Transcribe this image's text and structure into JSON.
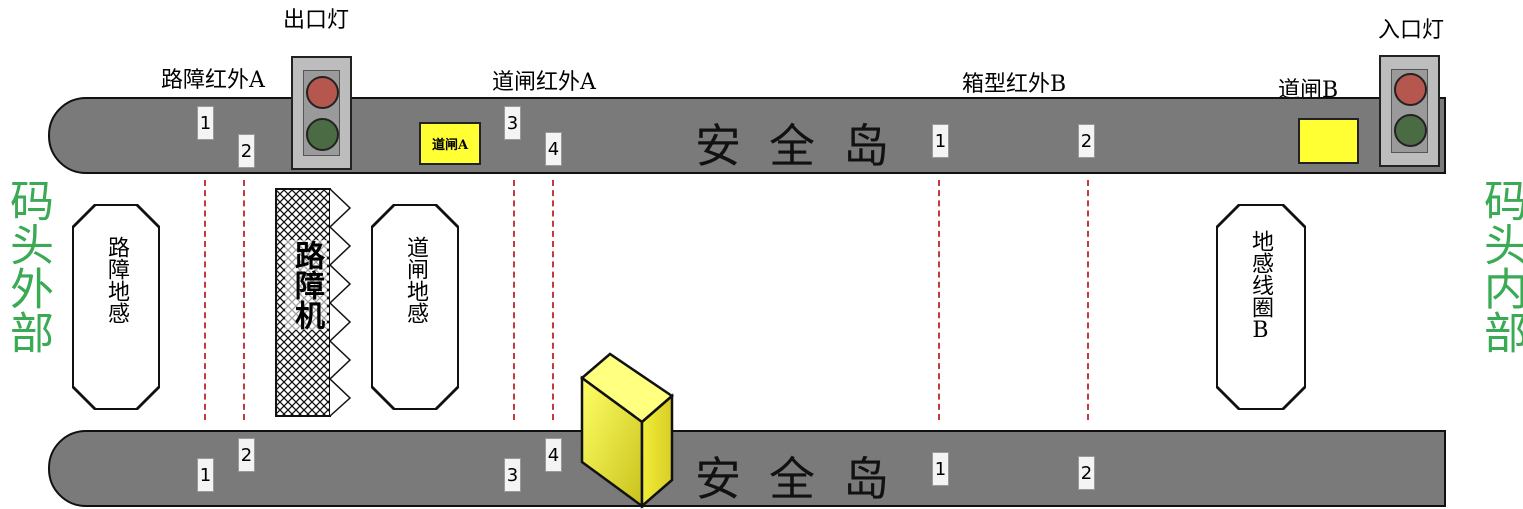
{
  "labels": {
    "exit_light": "出口灯",
    "entry_light": "入口灯",
    "barrier_ir_a": "路障红外A",
    "gate_ir_a": "道闸红外A",
    "box_ir_b": "箱型红外B",
    "gate_b": "道闸B",
    "gate_a": "道闸A",
    "dock_outer": "码头外部",
    "dock_inner": "码头内部",
    "safety_island_top": "安全岛",
    "safety_island_bottom": "安全岛"
  },
  "sensors": {
    "barrier_loop": "路障地感",
    "barrier_machine": "路障机",
    "gate_loop": "道闸地感",
    "loop_b": "地感线圈B"
  },
  "top_numbers": [
    "1",
    "2",
    "3",
    "4",
    "1",
    "2"
  ],
  "bottom_numbers": [
    "1",
    "2",
    "3",
    "4",
    "1",
    "2"
  ],
  "colors": {
    "island": "#7a7a7a",
    "dashed_line": "#c8393d",
    "side_label": "#3aaa54",
    "gate": "#ffff33",
    "lamp_red": "#b5574e",
    "lamp_green": "#4a6b44"
  },
  "icons": [
    "traffic-light-icon",
    "container-box-icon"
  ]
}
